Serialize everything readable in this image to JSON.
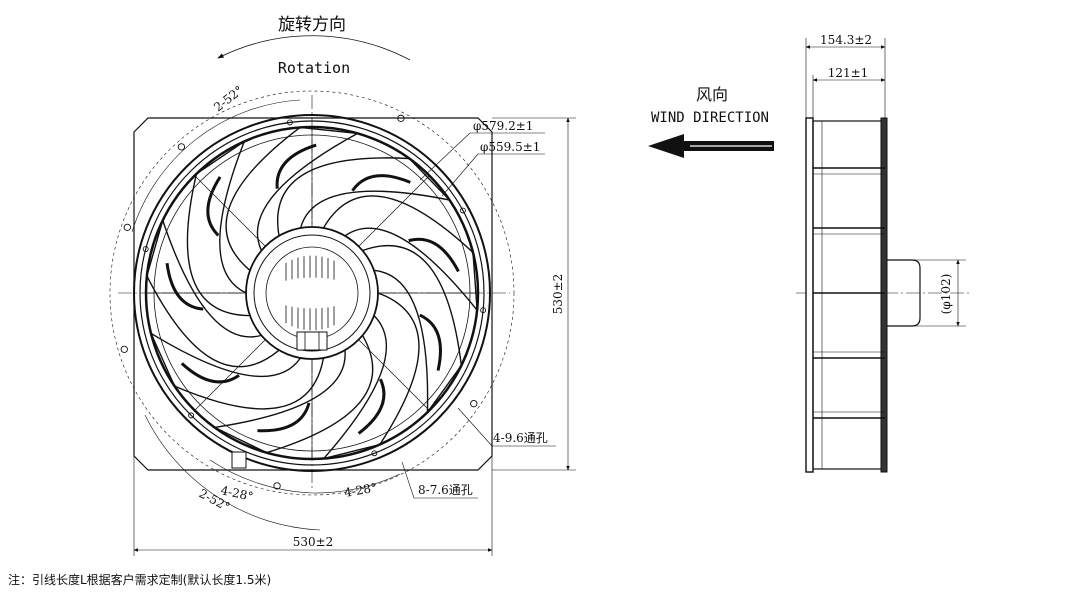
{
  "rotation": {
    "cn": "旋转方向",
    "en": "Rotation"
  },
  "wind": {
    "cn": "风向",
    "en": "WIND DIRECTION"
  },
  "dims": {
    "d579": "φ579.2±1",
    "d559": "φ559.5±1",
    "height": "530±2",
    "width": "530±2",
    "depth_total": "154.3±2",
    "depth_frame": "121±1",
    "hub": "(φ102)"
  },
  "angles": {
    "top_left": "2-52°",
    "bottom_left": "2-52°",
    "bottom_a": "4-28°",
    "bottom_b": "4-28°"
  },
  "holes": {
    "large": "4-9.6通孔",
    "small": "8-7.6通孔"
  },
  "note": "注：引线长度L根据客户需求定制(默认长度1.5米)"
}
